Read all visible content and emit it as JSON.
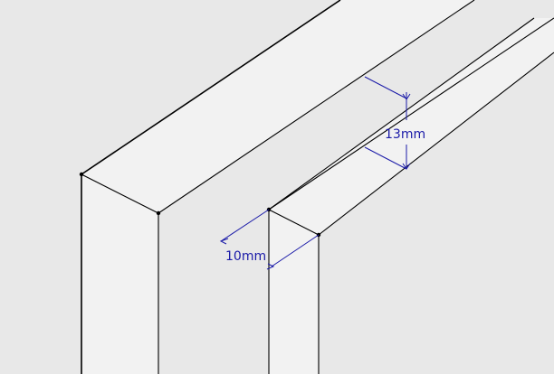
{
  "canvas": {
    "background": "#e8e8e8",
    "face_color": "#f2f2f2",
    "edge_color": "#000000",
    "dimension_color": "#1a1aa8"
  },
  "dimensions": {
    "groove_depth": {
      "label": "13mm",
      "value": 13,
      "unit": "mm"
    },
    "groove_width": {
      "label": "10mm",
      "value": 10,
      "unit": "mm"
    }
  }
}
